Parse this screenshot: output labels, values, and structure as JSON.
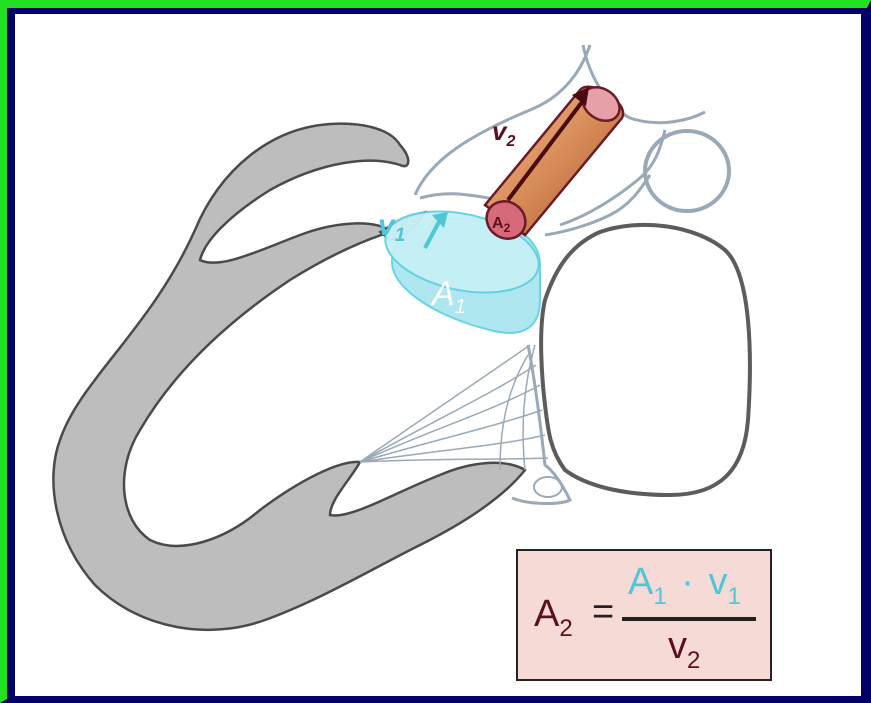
{
  "diagram": {
    "labels": {
      "v1_main": "v",
      "v1_sub": "1",
      "v2_main": "v",
      "v2_sub": "2",
      "a1_main": "A",
      "a1_sub": "1",
      "a2_main": "A",
      "a2_sub": "2"
    },
    "formula": {
      "lhs_main": "A",
      "lhs_sub": "2",
      "equals": "=",
      "num_a": "A",
      "num_a_sub": "1",
      "dot": "·",
      "num_v": "v",
      "num_v_sub": "1",
      "den_v": "v",
      "den_v_sub": "2"
    },
    "colors": {
      "frame_green": "#22e022",
      "background_navy": "#000066",
      "myocardium_gray": "#bdbdbd",
      "outline_gray": "#9aa9b8",
      "cyan_disc": "#a9e6ef",
      "cyan_text": "#4fc7d9",
      "cylinder_copper": "#d48a5a",
      "maroon_text": "#5a1020",
      "formula_bg": "#f5dad6"
    }
  }
}
